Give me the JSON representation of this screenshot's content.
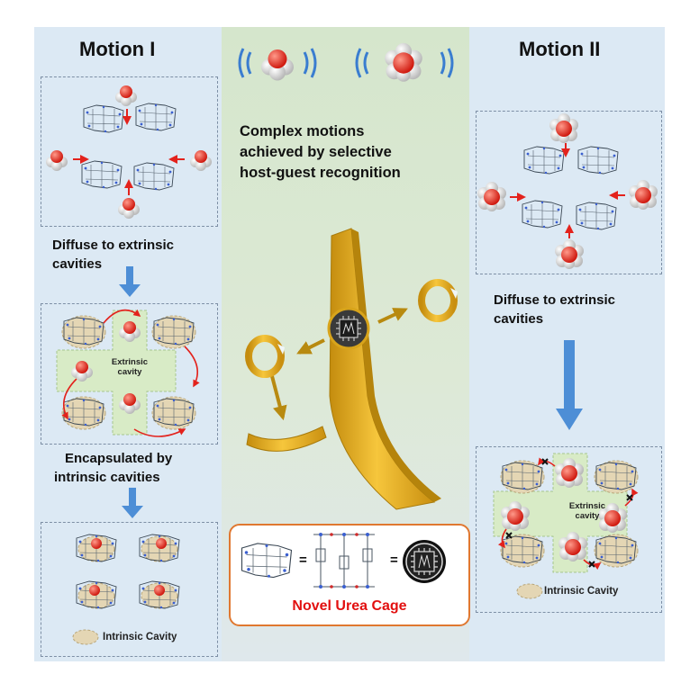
{
  "left": {
    "title": "Motion I",
    "step1": "Diffuse to extrinsic",
    "step1b": "cavities",
    "extrinsic_label": "Extrinsic",
    "extrinsic_label_b": "cavity",
    "step2": "Encapsulated by",
    "step2b": "intrinsic cavities",
    "legend": "Intrinsic Cavity"
  },
  "center": {
    "caption_line1": "Complex motions",
    "caption_line2": "achieved by selective",
    "caption_line3": "host-guest recognition",
    "urea_label": "Novel Urea Cage",
    "eq1": "=",
    "eq2": "="
  },
  "right": {
    "title": "Motion II",
    "step1": "Diffuse to extrinsic",
    "step1b": "cavities",
    "extrinsic_label": "Extrinsic",
    "extrinsic_label_b": "cavity",
    "legend": "Intrinsic Cavity"
  },
  "colors": {
    "panel_blue": "#dce9f4",
    "panel_green": "#d5e6cc",
    "arrow_red": "#e3221c",
    "arrow_blue": "#4d8ed6",
    "gold": "#e7b21e",
    "cavity_fill": "#e4d6b4",
    "extrinsic_fill": "#d8ebc6",
    "urea_red": "#e21010",
    "urea_border": "#e07830"
  }
}
